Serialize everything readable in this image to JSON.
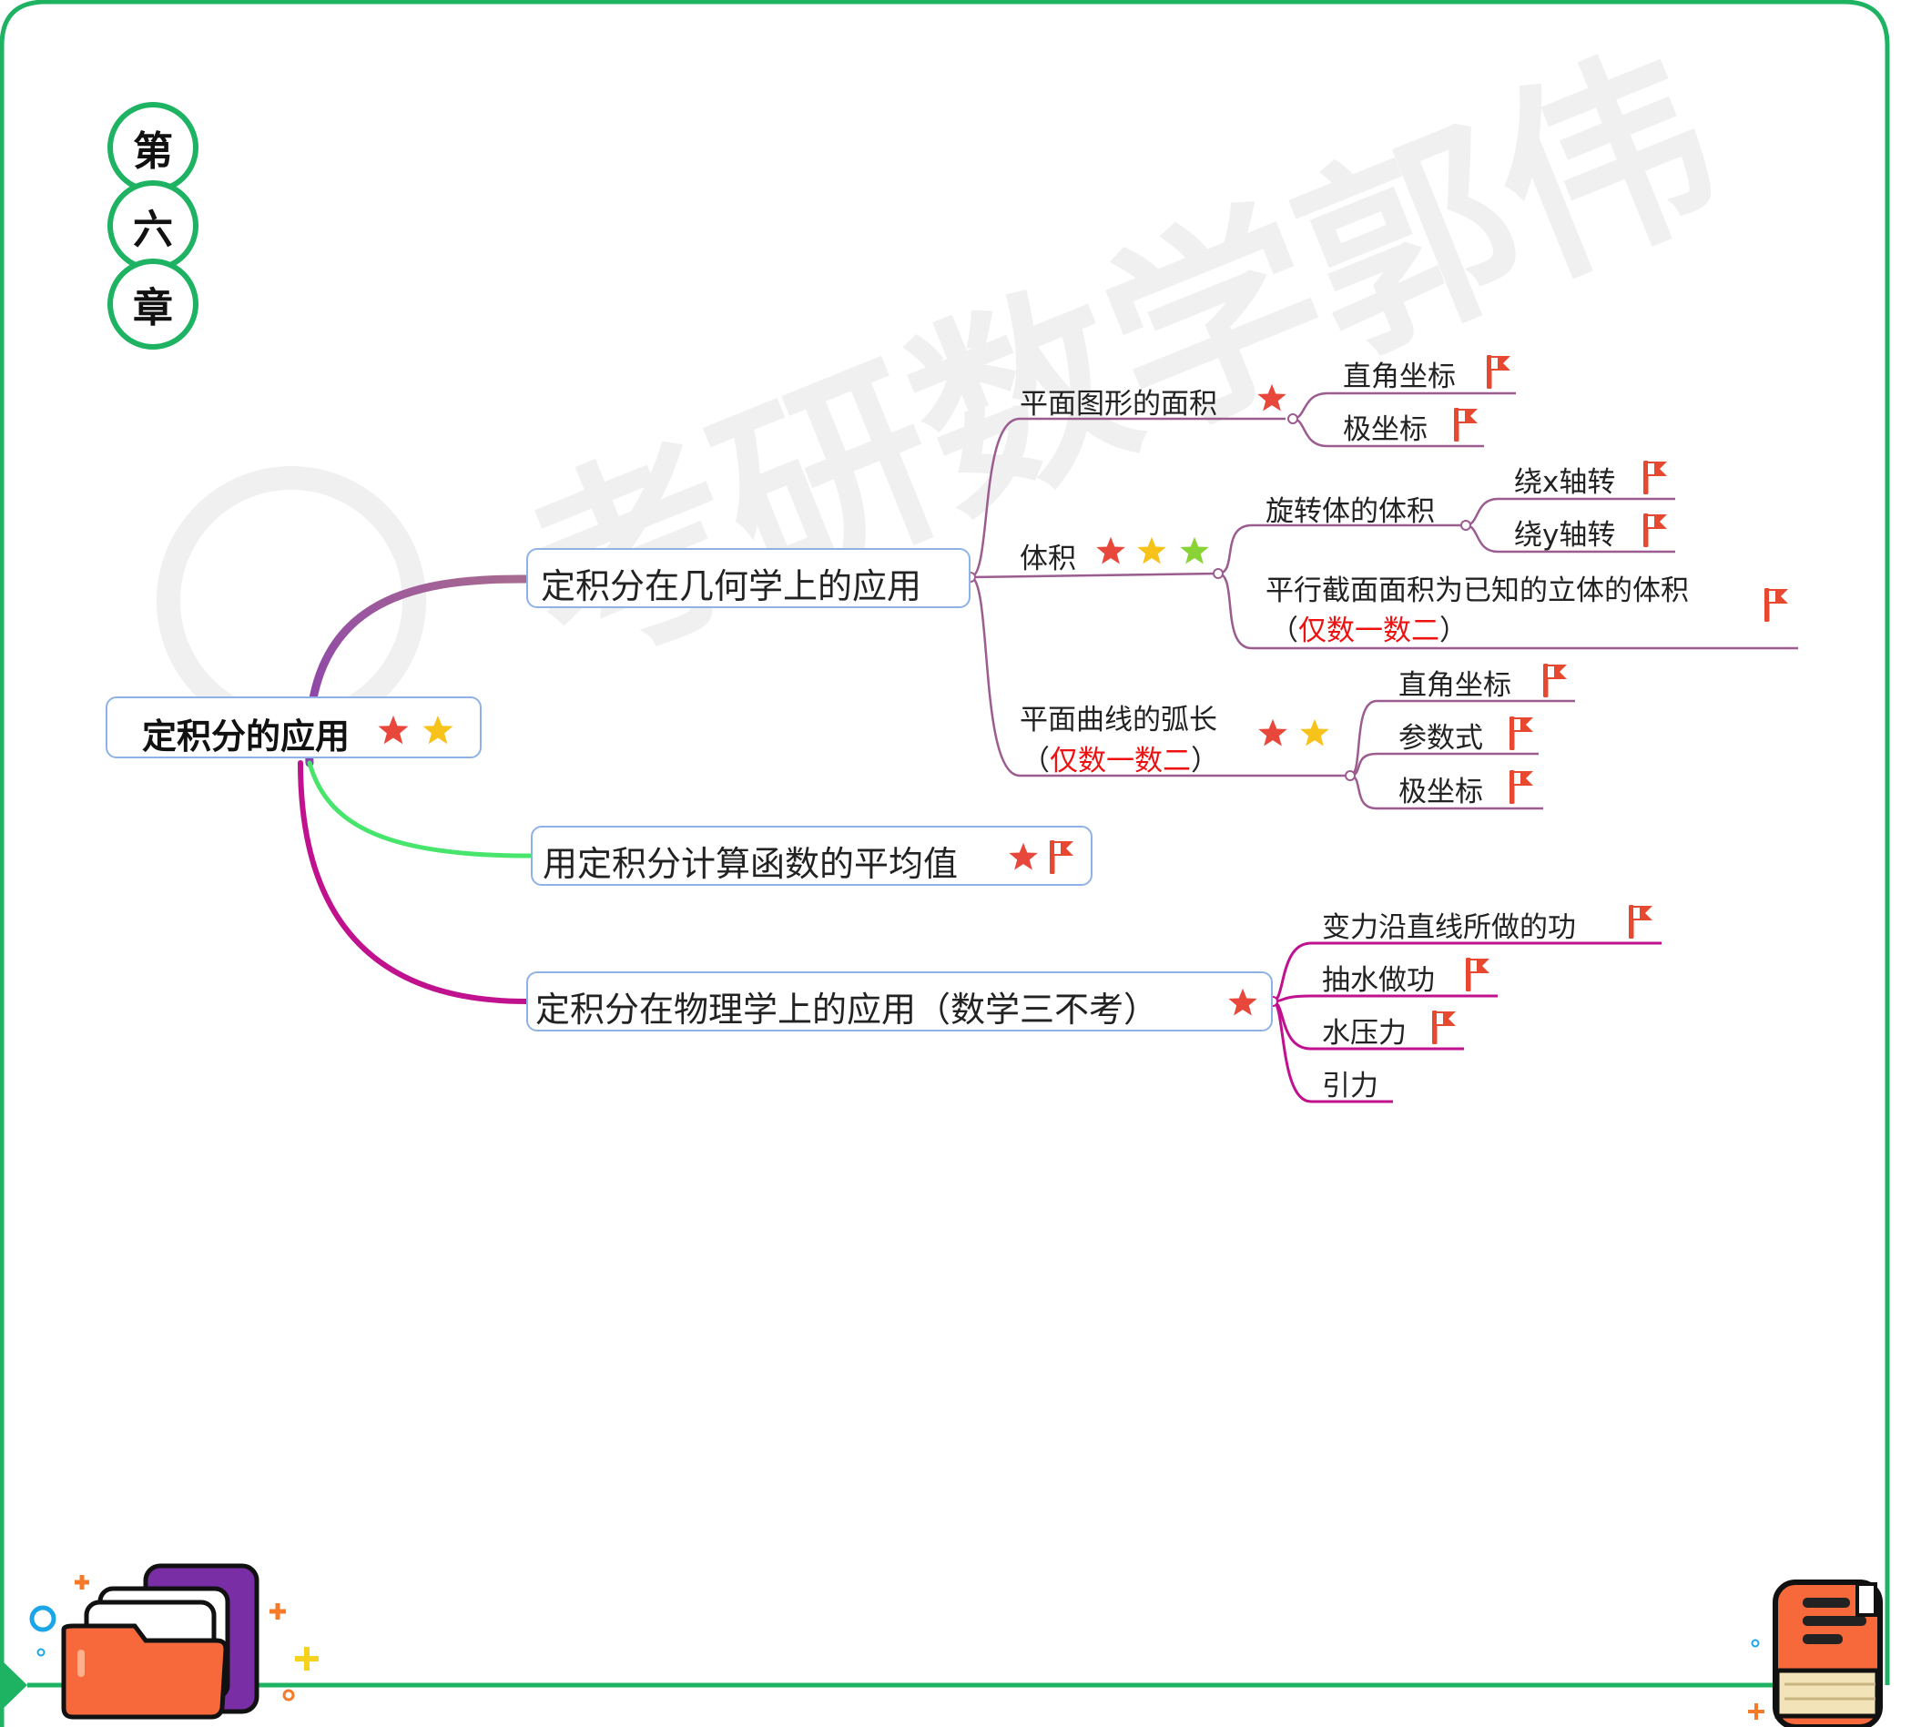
{
  "chapter": {
    "chars": [
      "第",
      "六",
      "章"
    ]
  },
  "watermark": "考研数学郭伟",
  "colors": {
    "frame": "#1eb363",
    "branch_geometry": "#9b5c8f",
    "branch_average": "#48e56c",
    "branch_physics": "#c0118e",
    "box_border": "#8fb2e6",
    "exam_note": "#ee1111",
    "star_red": "#e8473b",
    "star_yellow": "#f7c21a",
    "star_green": "#8ad336",
    "flag_red": "#e6492f"
  },
  "root": {
    "label": "定积分的应用",
    "stars": [
      "red-star-icon",
      "yellow-star-icon"
    ]
  },
  "branches": {
    "geometry": {
      "label": "定积分在几何学上的应用",
      "area": {
        "label": "平面图形的面积",
        "stars": [
          "red-star-icon"
        ],
        "items": [
          "直角坐标",
          "极坐标"
        ]
      },
      "volume": {
        "label": "体积",
        "stars": [
          "red-star-icon",
          "yellow-star-icon",
          "green-star-icon"
        ],
        "rotation": {
          "label": "旋转体的体积",
          "items": [
            "绕x轴转",
            "绕y轴转"
          ]
        },
        "parallel": {
          "line1": "平行截面面积为已知的立体的体积",
          "paren_open": "（",
          "note": "仅数一数二",
          "paren_close": "）"
        }
      },
      "arc": {
        "line1": "平面曲线的弧长",
        "paren_open": "（",
        "note": "仅数一数二",
        "paren_close": "）",
        "stars": [
          "red-star-icon",
          "yellow-star-icon"
        ],
        "items": [
          "直角坐标",
          "参数式",
          "极坐标"
        ]
      }
    },
    "average": {
      "label": "用定积分计算函数的平均值"
    },
    "physics": {
      "label": "定积分在物理学上的应用（数学三不考）",
      "items": [
        "变力沿直线所做的功",
        "抽水做功",
        "水压力",
        "引力"
      ]
    }
  }
}
